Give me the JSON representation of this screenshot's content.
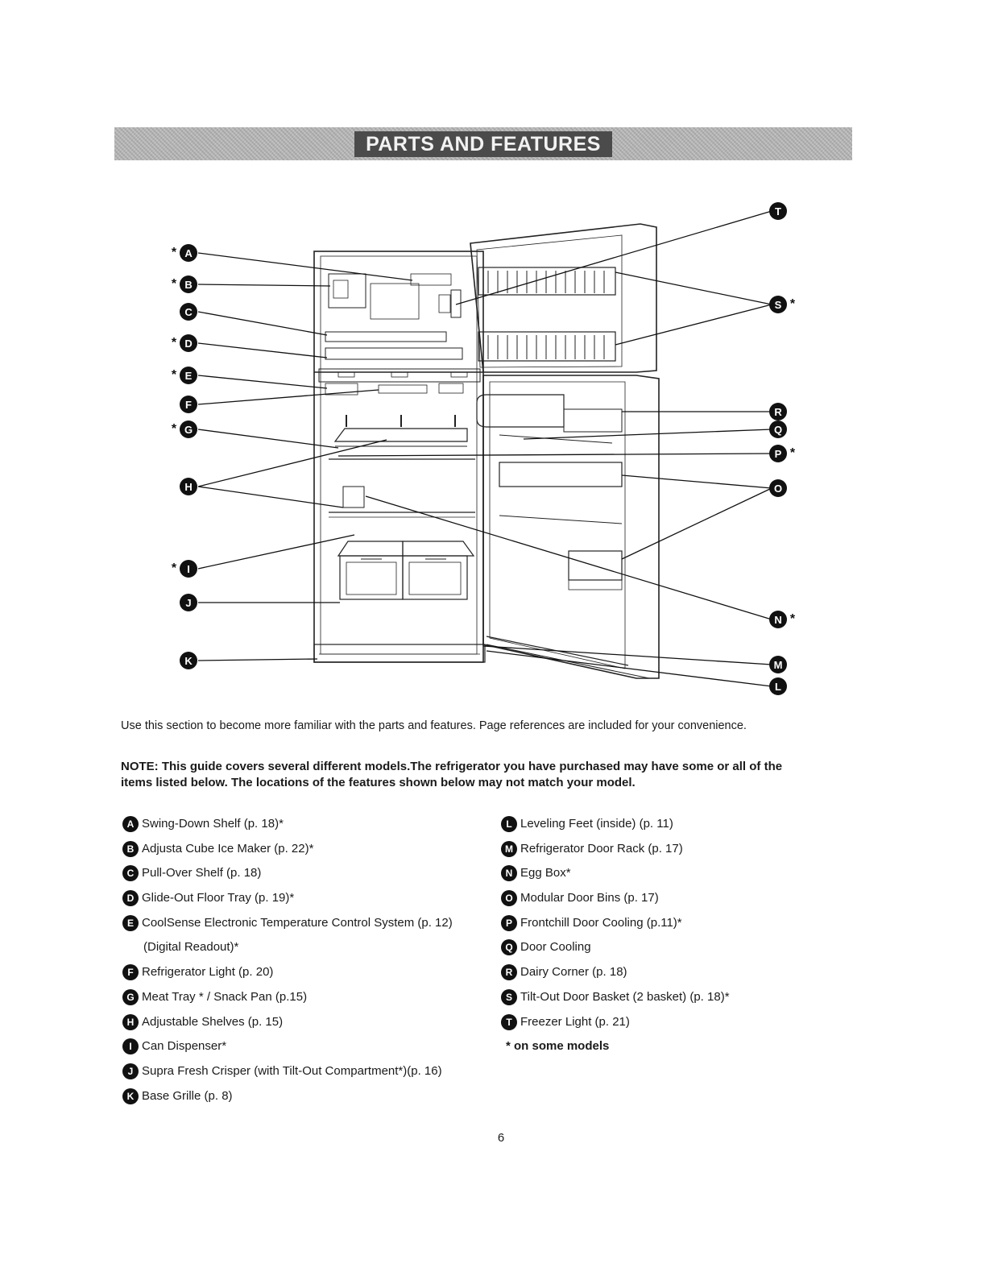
{
  "banner": {
    "title": "PARTS AND FEATURES"
  },
  "diagram": {
    "callouts": [
      {
        "letter": "A",
        "star": true
      },
      {
        "letter": "B",
        "star": true
      },
      {
        "letter": "C",
        "star": false
      },
      {
        "letter": "D",
        "star": true
      },
      {
        "letter": "E",
        "star": true
      },
      {
        "letter": "F",
        "star": false
      },
      {
        "letter": "G",
        "star": true
      },
      {
        "letter": "H",
        "star": false
      },
      {
        "letter": "I",
        "star": true
      },
      {
        "letter": "J",
        "star": false
      },
      {
        "letter": "K",
        "star": false
      },
      {
        "letter": "T",
        "star": false
      },
      {
        "letter": "S",
        "star": true
      },
      {
        "letter": "R",
        "star": false
      },
      {
        "letter": "Q",
        "star": false
      },
      {
        "letter": "P",
        "star": true
      },
      {
        "letter": "O",
        "star": false
      },
      {
        "letter": "N",
        "star": true
      },
      {
        "letter": "M",
        "star": false
      },
      {
        "letter": "L",
        "star": false
      }
    ],
    "star_symbol": "*"
  },
  "intro": "Use this section to become more familiar with the parts and features. Page references are included for your convenience.",
  "note": "NOTE: This guide covers several different models.The refrigerator you have purchased may have some or all of the items listed below. The locations of the features shown below may not match your model.",
  "parts_left": [
    {
      "letter": "A",
      "text": "Swing-Down Shelf (p. 18)*"
    },
    {
      "letter": "B",
      "text": "Adjusta Cube Ice Maker (p. 22)*"
    },
    {
      "letter": "C",
      "text": "Pull-Over Shelf (p. 18)"
    },
    {
      "letter": "D",
      "text": "Glide-Out Floor Tray (p. 19)*"
    },
    {
      "letter": "E",
      "text": "CoolSense Electronic Temperature Control System (p. 12)"
    },
    {
      "letter": "",
      "text": "(Digital  Readout)*"
    },
    {
      "letter": "F",
      "text": "Refrigerator Light (p. 20)"
    },
    {
      "letter": "G",
      "text": "Meat Tray * / Snack Pan (p.15)"
    },
    {
      "letter": "H",
      "text": "Adjustable Shelves (p. 15)"
    },
    {
      "letter": "I",
      "text": "Can Dispenser*"
    },
    {
      "letter": "J",
      "text": "Supra Fresh Crisper (with Tilt-Out Compartment*)(p. 16)"
    },
    {
      "letter": "K",
      "text": "Base Grille (p. 8)"
    }
  ],
  "parts_right": [
    {
      "letter": "L",
      "text": "Leveling Feet (inside) (p. 11)"
    },
    {
      "letter": "M",
      "text": "Refrigerator Door Rack (p. 17)"
    },
    {
      "letter": "N",
      "text": "Egg Box*"
    },
    {
      "letter": "O",
      "text": "Modular Door Bins (p. 17)"
    },
    {
      "letter": "P",
      "text": "Frontchill Door Cooling (p.11)*"
    },
    {
      "letter": "Q",
      "text": "Door Cooling"
    },
    {
      "letter": "R",
      "text": "Dairy Corner (p. 18)"
    },
    {
      "letter": "S",
      "text": "Tilt-Out Door Basket (2 basket) (p. 18)*"
    },
    {
      "letter": "T",
      "text": "Freezer Light (p. 21)"
    }
  ],
  "footnote": "* on some models",
  "page_number": "6"
}
